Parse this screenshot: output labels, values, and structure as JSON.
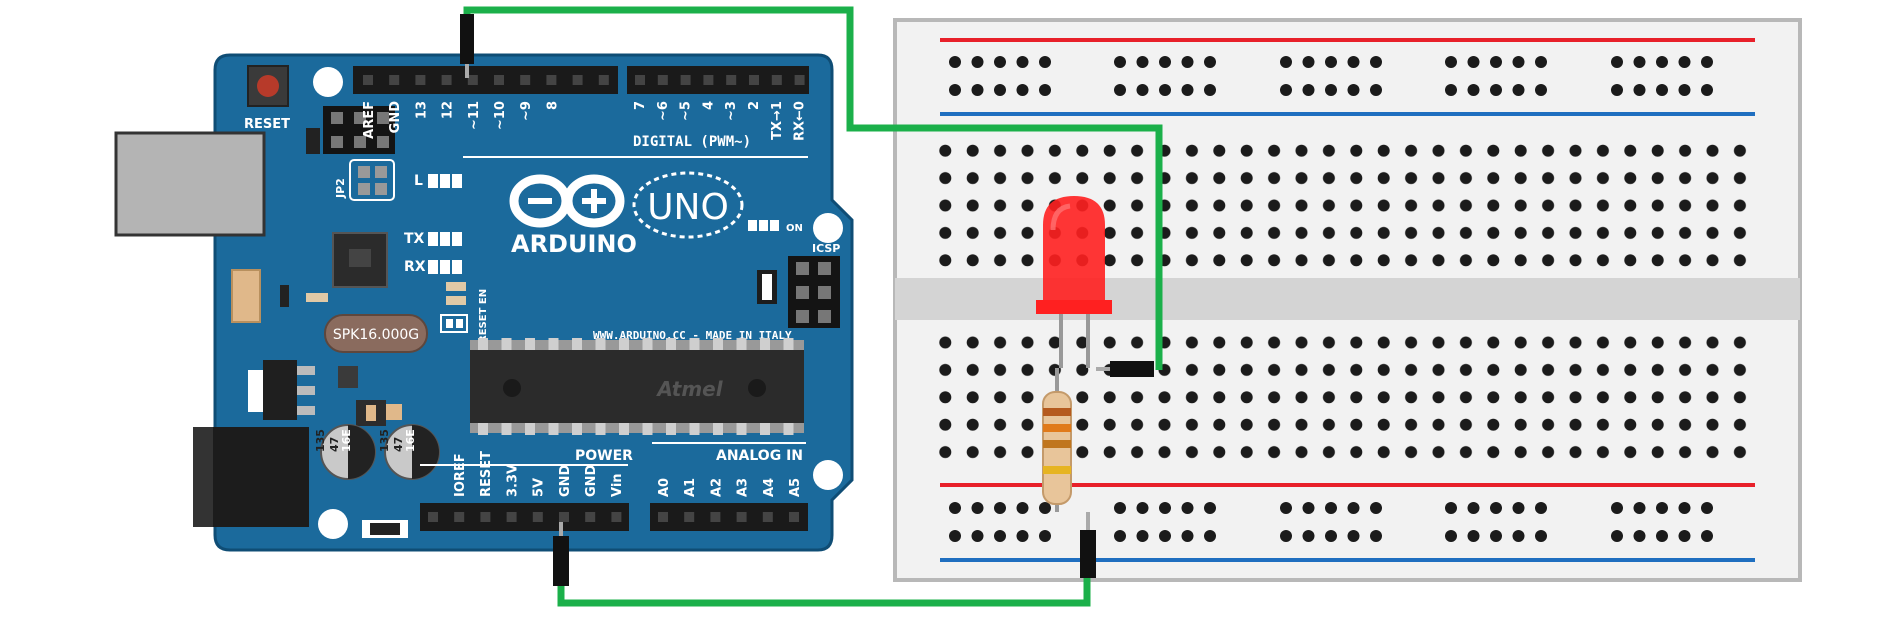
{
  "board": {
    "reset_label": "RESET",
    "jp2_label": "JP2",
    "l_label": "L",
    "tx_label": "TX",
    "rx_label": "RX",
    "on_label": "ON",
    "icsp_label": "ICSP",
    "crystal_label": "SPK16.000G",
    "brand_label": "ARDUINO",
    "model_label": "UNO",
    "website_label": "WWW.ARDUINO.CC - MADE IN ITALY",
    "digital_label": "DIGITAL (PWM~)",
    "power_label": "POWER",
    "analog_label": "ANALOG IN",
    "reset_en_label": "RESET EN",
    "chip_logo": "Atmel",
    "capacitor_text": [
      "135",
      "47",
      "16E"
    ],
    "digital_pins": [
      "AREF",
      "GND",
      "13",
      "12",
      "~11",
      "~10",
      "~9",
      "8",
      "7",
      "~6",
      "~5",
      "4",
      "~3",
      "2",
      "TX→1",
      "RX←0"
    ],
    "power_pins": [
      "IOREF",
      "RESET",
      "3.3V",
      "5V",
      "GND",
      "GND",
      "Vin"
    ],
    "analog_pins": [
      "A0",
      "A1",
      "A2",
      "A3",
      "A4",
      "A5"
    ]
  },
  "colors": {
    "board": "#1b6a9c",
    "board_edge": "#0f4d75",
    "wire": "#1bb04a",
    "led": "#ff2020",
    "rail_red": "#e8202a",
    "rail_blue": "#1f6fc0"
  }
}
